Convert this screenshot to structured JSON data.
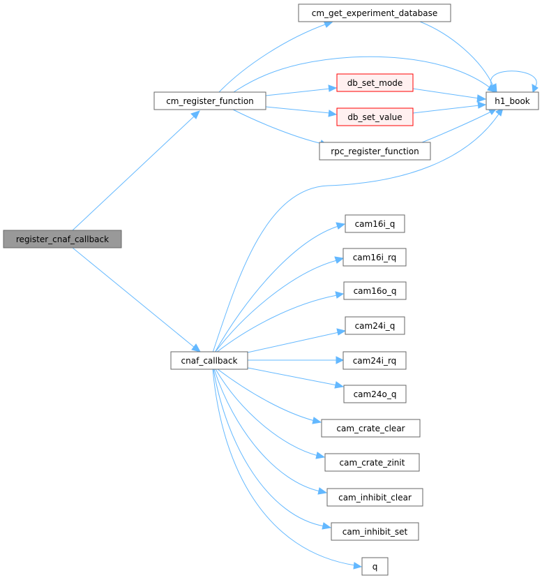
{
  "graph": {
    "nodes": {
      "register_cnaf_callback": "register_cnaf_callback",
      "cm_register_function": "cm_register_function",
      "cnaf_callback": "cnaf_callback",
      "cm_get_experiment_database": "cm_get_experiment_database",
      "db_set_mode": "db_set_mode",
      "db_set_value": "db_set_value",
      "rpc_register_function": "rpc_register_function",
      "h1_book": "h1_book",
      "cam16i_q": "cam16i_q",
      "cam16i_rq": "cam16i_rq",
      "cam16o_q": "cam16o_q",
      "cam24i_q": "cam24i_q",
      "cam24i_rq": "cam24i_rq",
      "cam24o_q": "cam24o_q",
      "cam_crate_clear": "cam_crate_clear",
      "cam_crate_zinit": "cam_crate_zinit",
      "cam_inhibit_clear": "cam_inhibit_clear",
      "cam_inhibit_set": "cam_inhibit_set",
      "q": "q"
    },
    "colors": {
      "edge": "#63b8ff",
      "root_fill": "#999999",
      "highlight_fill": "#fff0f0",
      "highlight_border": "#ff0000",
      "node_border": "#666666"
    }
  }
}
